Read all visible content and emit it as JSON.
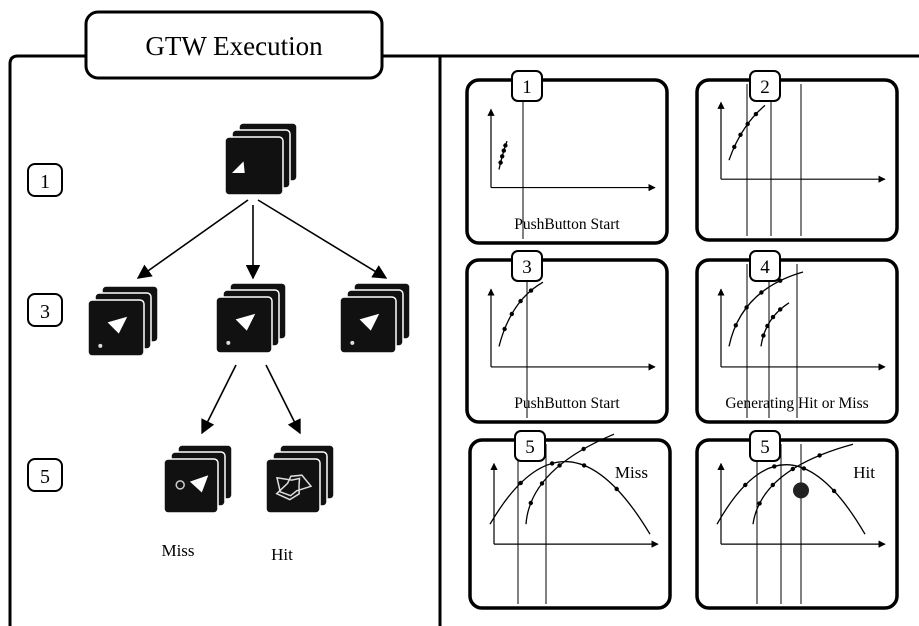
{
  "title": "GTW Execution",
  "left_panel": {
    "step_badges": [
      "1",
      "3",
      "5"
    ],
    "tree_labels": {
      "miss": "Miss",
      "hit": "Hit"
    }
  },
  "right_panel": {
    "cards": [
      {
        "badge": "1",
        "caption": "PushButton Start",
        "corner_label": ""
      },
      {
        "badge": "2",
        "caption": "",
        "corner_label": ""
      },
      {
        "badge": "3",
        "caption": "PushButton Start",
        "corner_label": ""
      },
      {
        "badge": "4",
        "caption": "Generating Hit or Miss",
        "corner_label": ""
      },
      {
        "badge": "5",
        "caption": "",
        "corner_label": "Miss"
      },
      {
        "badge": "5",
        "caption": "",
        "corner_label": "Hit"
      }
    ]
  }
}
